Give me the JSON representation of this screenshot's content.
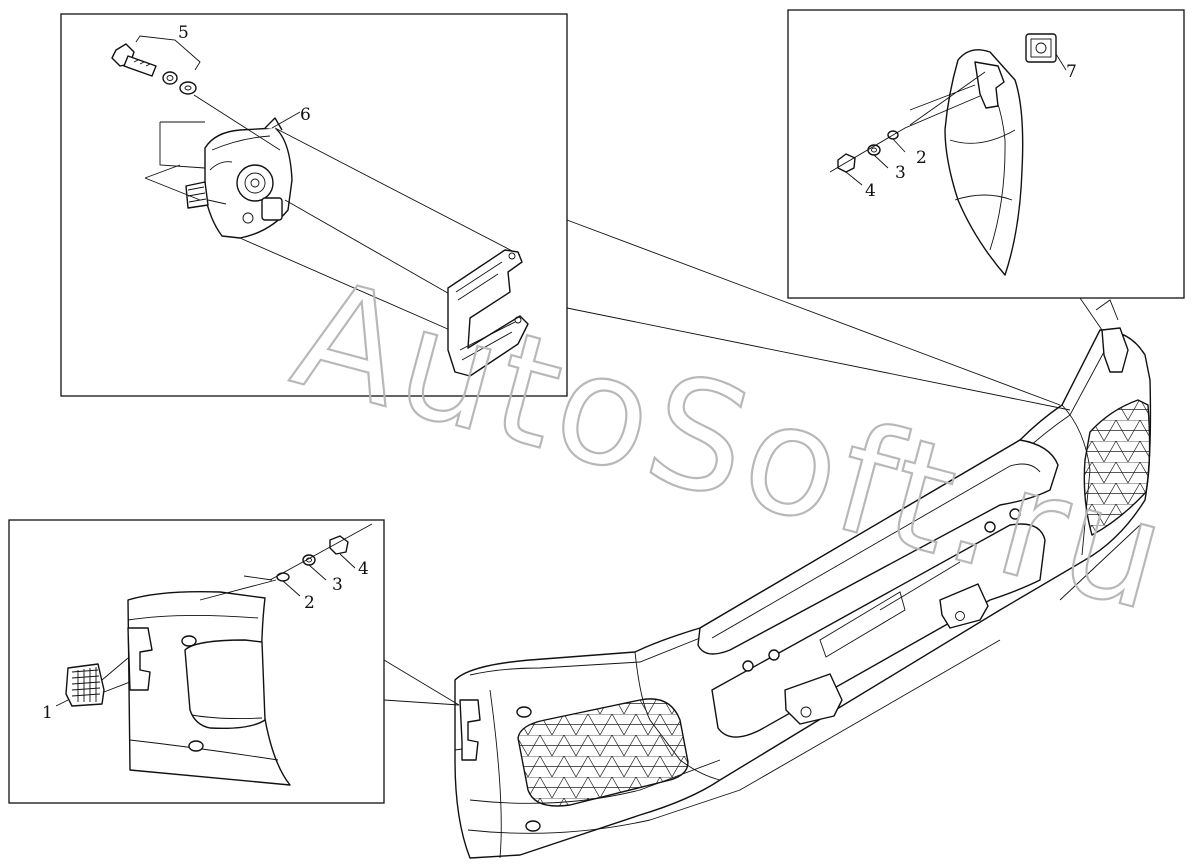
{
  "watermark": "AutoSoft.ru",
  "detail_top_left": {
    "callouts": [
      "5",
      "6"
    ]
  },
  "detail_top_right": {
    "callouts": [
      "7",
      "2",
      "3",
      "4"
    ]
  },
  "detail_bottom_left": {
    "callouts": [
      "1",
      "2",
      "3",
      "4"
    ]
  }
}
